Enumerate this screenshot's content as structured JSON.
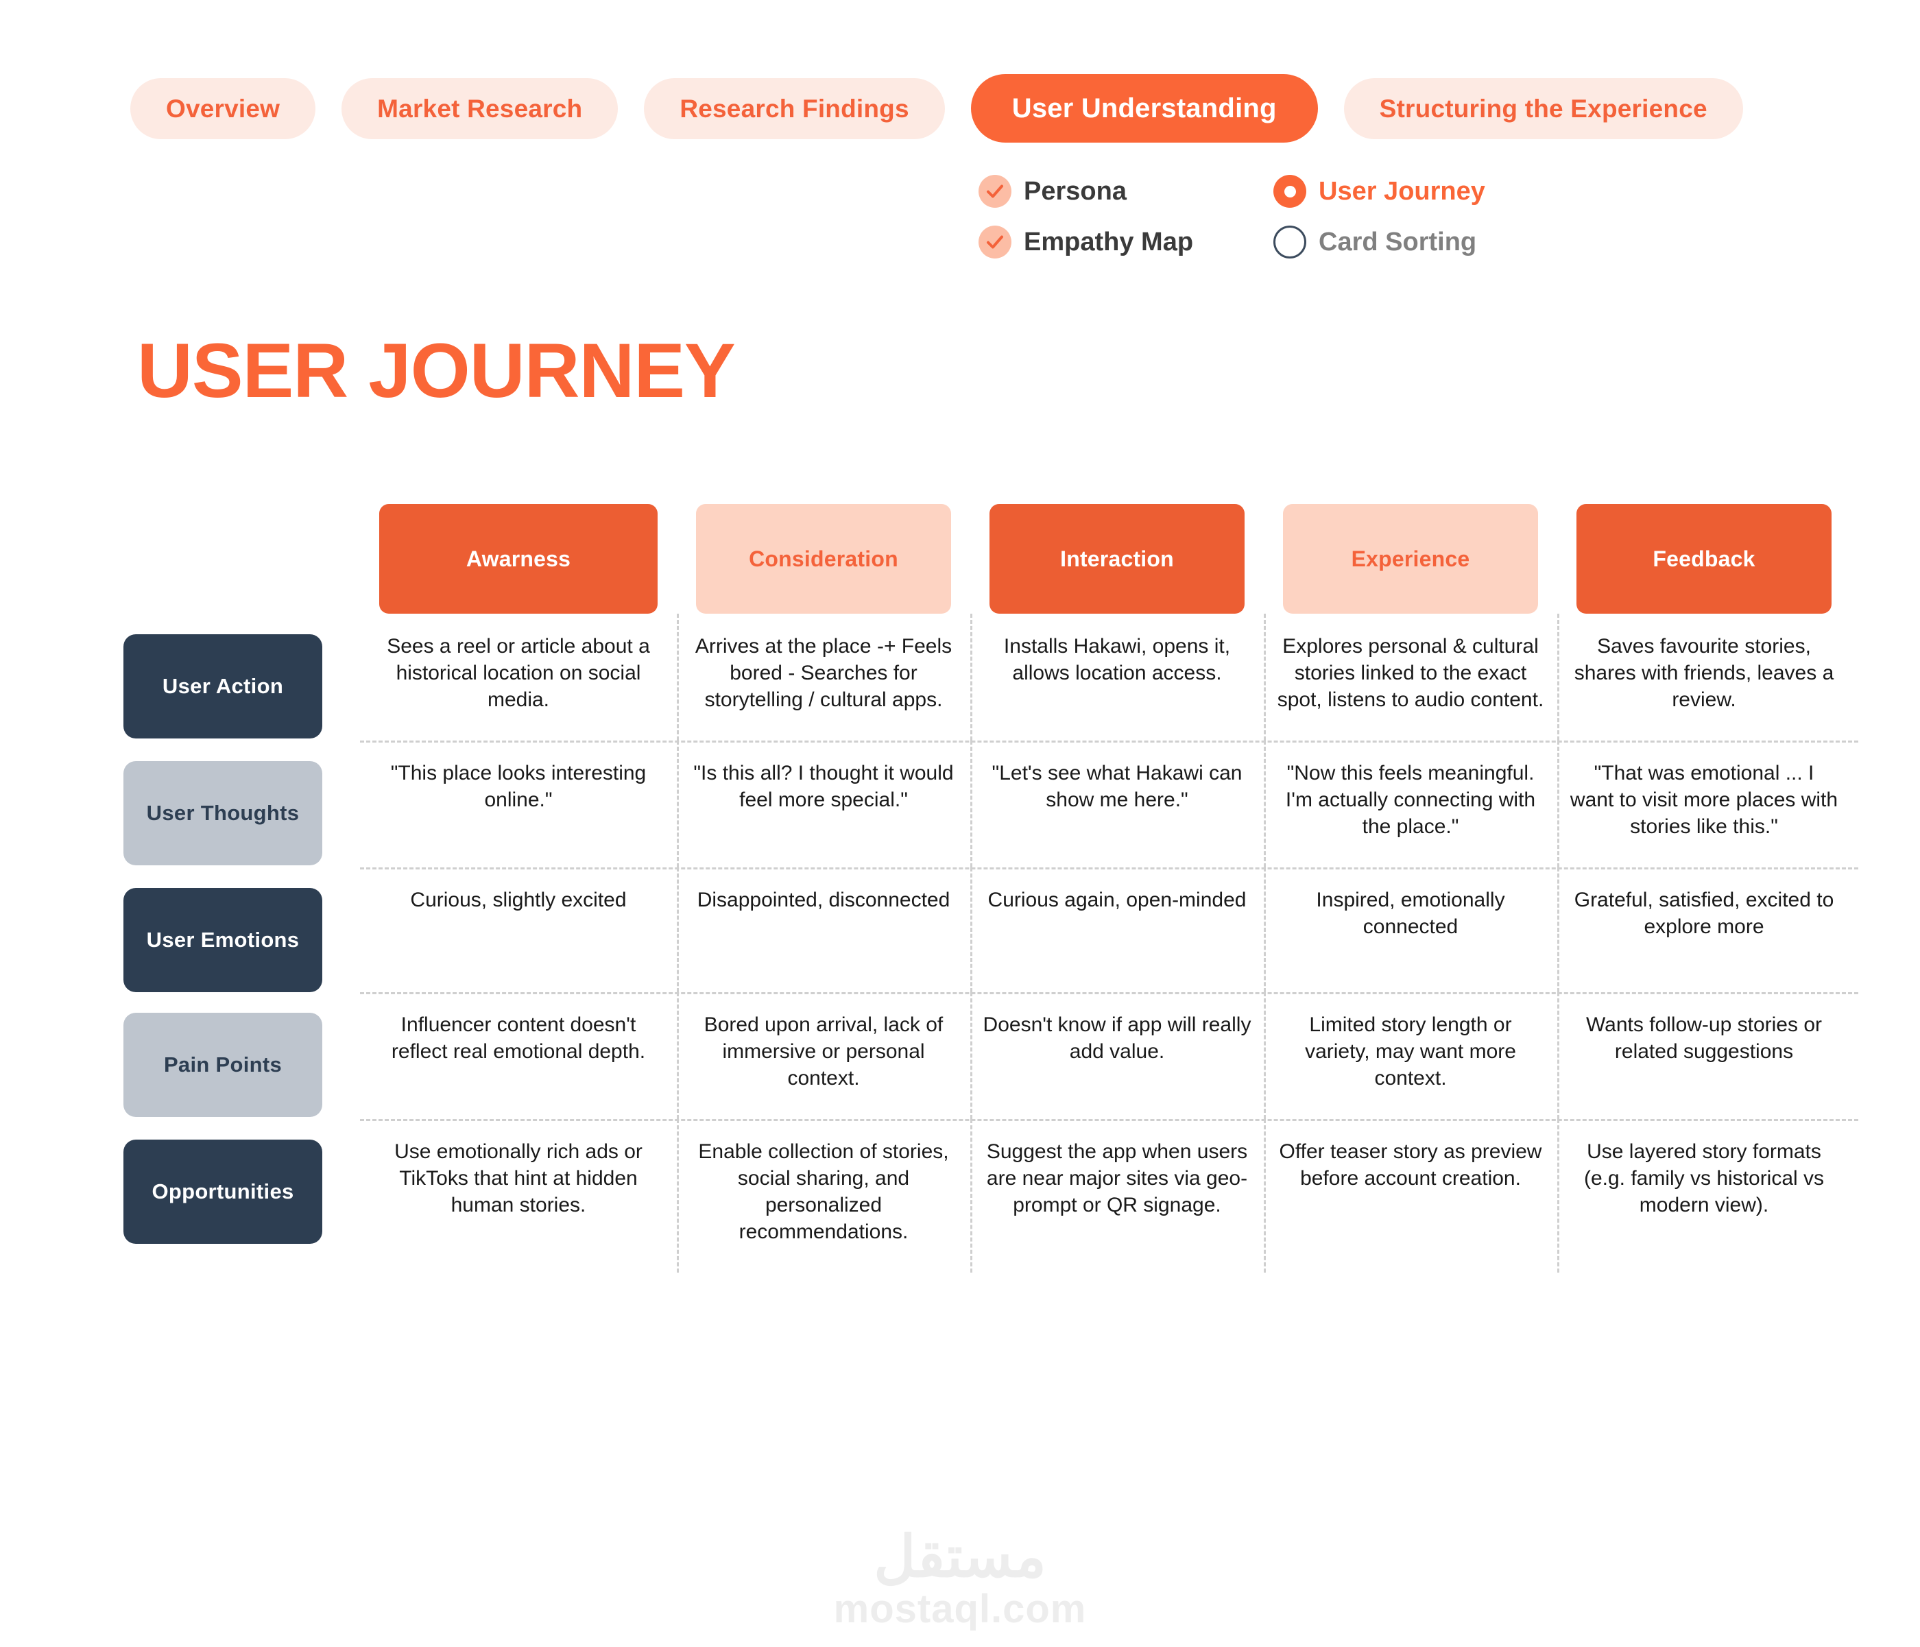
{
  "nav": {
    "tabs": [
      {
        "label": "Overview",
        "active": false
      },
      {
        "label": "Market Research",
        "active": false
      },
      {
        "label": "Research Findings",
        "active": false
      },
      {
        "label": "User Understanding",
        "active": true
      },
      {
        "label": "Structuring the Experience",
        "active": false
      }
    ]
  },
  "subitems": [
    {
      "label": "Persona",
      "state": "checked",
      "icon": "check-circle-icon"
    },
    {
      "label": "User Journey",
      "state": "selected",
      "icon": "radio-selected-icon"
    },
    {
      "label": "Empathy Map",
      "state": "checked",
      "icon": "check-circle-icon"
    },
    {
      "label": "Card Sorting",
      "state": "empty",
      "icon": "radio-empty-icon"
    }
  ],
  "title": "USER JOURNEY",
  "colors": {
    "accent": "#FA6637",
    "accent_dark": "#EC5E33",
    "accent_light": "#FDD3C2",
    "nav_pill_bg": "#FDEAE3",
    "navy": "#2D3E52",
    "grey": "#BEC5CE",
    "watermark": "#EDEDED"
  },
  "chart_data": {
    "type": "table",
    "title": "USER JOURNEY",
    "columns": [
      {
        "label": "Awarness",
        "style": "solid"
      },
      {
        "label": "Consideration",
        "style": "light"
      },
      {
        "label": "Interaction",
        "style": "solid"
      },
      {
        "label": "Experience",
        "style": "light"
      },
      {
        "label": "Feedback",
        "style": "solid"
      }
    ],
    "rows": [
      {
        "label": "User Action",
        "style": "navy",
        "cells": [
          "Sees a reel or article about a historical location on social media.",
          "Arrives at the place -+ Feels bored - Searches for storytelling / cultural apps.",
          "Installs Hakawi, opens it, allows location access.",
          "Explores personal & cultural stories linked to the exact spot, listens to audio content.",
          "Saves favourite stories, shares with friends, leaves a review."
        ]
      },
      {
        "label": "User Thoughts",
        "style": "grey",
        "cells": [
          "\"This place looks interesting online.\"",
          "\"Is this all? I thought it would feel more special.\"",
          "\"Let's see what Hakawi can show me here.\"",
          "\"Now this feels meaningful. I'm actually connecting with the place.\"",
          "\"That was emotional ... I want to visit more places with stories like this.\""
        ]
      },
      {
        "label": "User Emotions",
        "style": "navy",
        "cells": [
          "Curious, slightly excited",
          "Disappointed, disconnected",
          "Curious again, open-minded",
          "Inspired, emotionally connected",
          "Grateful, satisfied, excited to explore more"
        ]
      },
      {
        "label": "Pain Points",
        "style": "grey",
        "cells": [
          "Influencer content doesn't reflect real emotional depth.",
          "Bored upon arrival, lack of immersive or personal context.",
          "Doesn't know if app will really add value.",
          "Limited story length or variety, may want more context.",
          "Wants follow-up stories or related suggestions"
        ]
      },
      {
        "label": "Opportunities",
        "style": "navy",
        "cells": [
          "Use emotionally rich ads or TikToks that hint at hidden human stories.",
          "Enable collection of stories, social sharing, and personalized recommendations.",
          "Suggest the app when users are near major sites via geo-prompt or QR signage.",
          "Offer teaser story as preview before account creation.",
          "Use layered story formats (e.g. family vs historical vs modern view)."
        ]
      }
    ]
  },
  "watermark": {
    "arabic": "مستقل",
    "latin": "mostaql.com"
  }
}
